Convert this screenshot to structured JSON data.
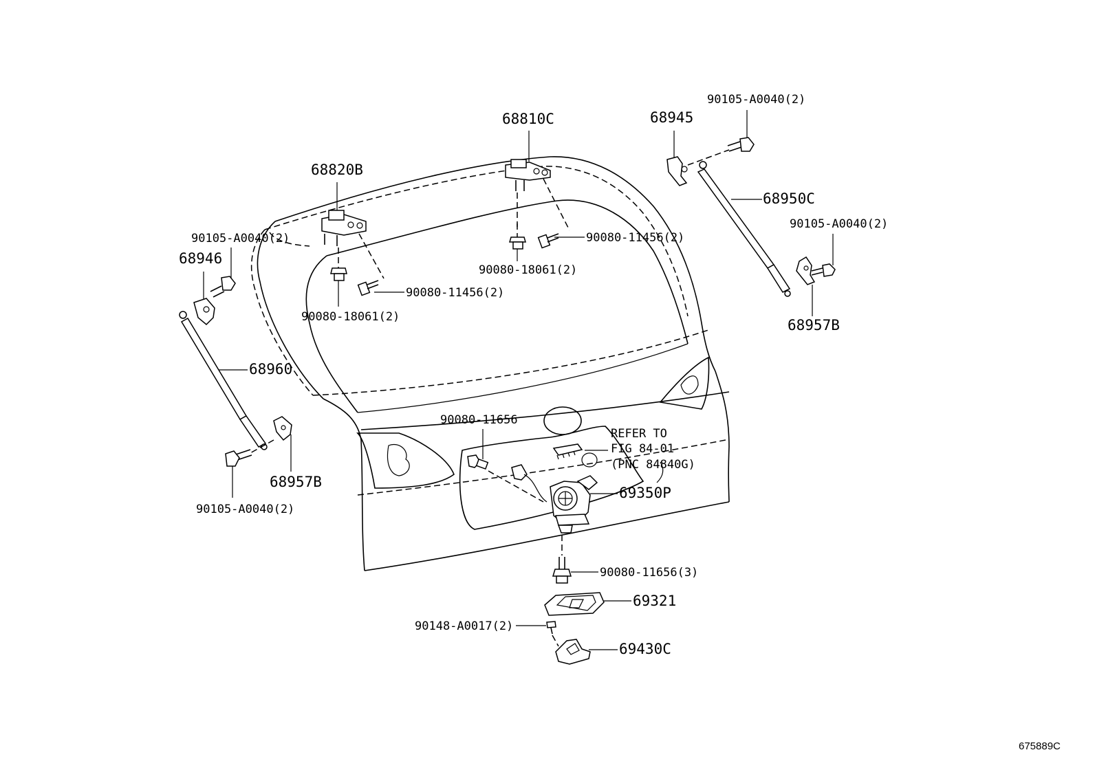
{
  "labels": {
    "p68810c": "68810C",
    "p68820b": "68820B",
    "p68945": "68945",
    "p90105_top": "90105-A0040(2)",
    "p68950c": "68950C",
    "p90105_right": "90105-A0040(2)",
    "p68957b_right": "68957B",
    "p90105_left_top": "90105-A0040(2)",
    "p68946": "68946",
    "p90080_11456_center": "90080-11456(2)",
    "p90080_18061_center": "90080-18061(2)",
    "p90080_11456_left": "90080-11456(2)",
    "p90080_18061_left": "90080-18061(2)",
    "p68960": "68960",
    "p90080_11656": "90080-11656",
    "refer_line1": "REFER TO",
    "refer_line2": "FIG 84-01",
    "refer_line3": "(PNC 84840G)",
    "p69350p": "69350P",
    "p68957b_left": "68957B",
    "p90105_left_bottom": "90105-A0040(2)",
    "p90080_11656_3": "90080-11656(3)",
    "p69321": "69321",
    "p90148": "90148-A0017(2)",
    "p69430c": "69430C"
  },
  "figure_id": "675889C"
}
